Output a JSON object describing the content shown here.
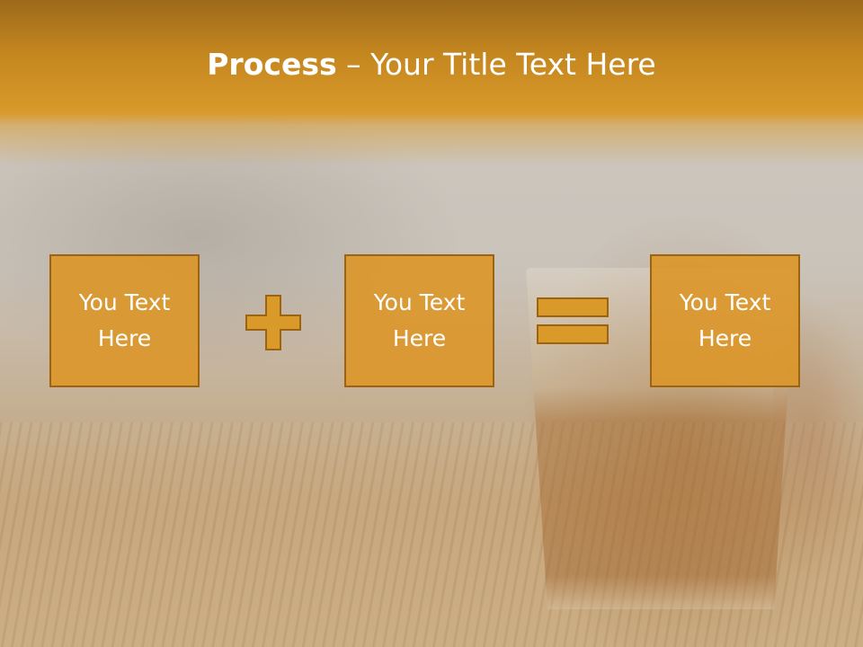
{
  "title": {
    "bold": "Process",
    "rest": " – Your Title Text Here"
  },
  "boxes": [
    {
      "label": "You Text Here"
    },
    {
      "label": "You Text Here"
    },
    {
      "label": "You Text Here"
    }
  ],
  "operators": {
    "first": "plus-icon",
    "second": "equals-icon"
  },
  "colors": {
    "accent": "#D99A2A",
    "box_border": "#9C6410",
    "title_text": "#FFFFFF"
  }
}
